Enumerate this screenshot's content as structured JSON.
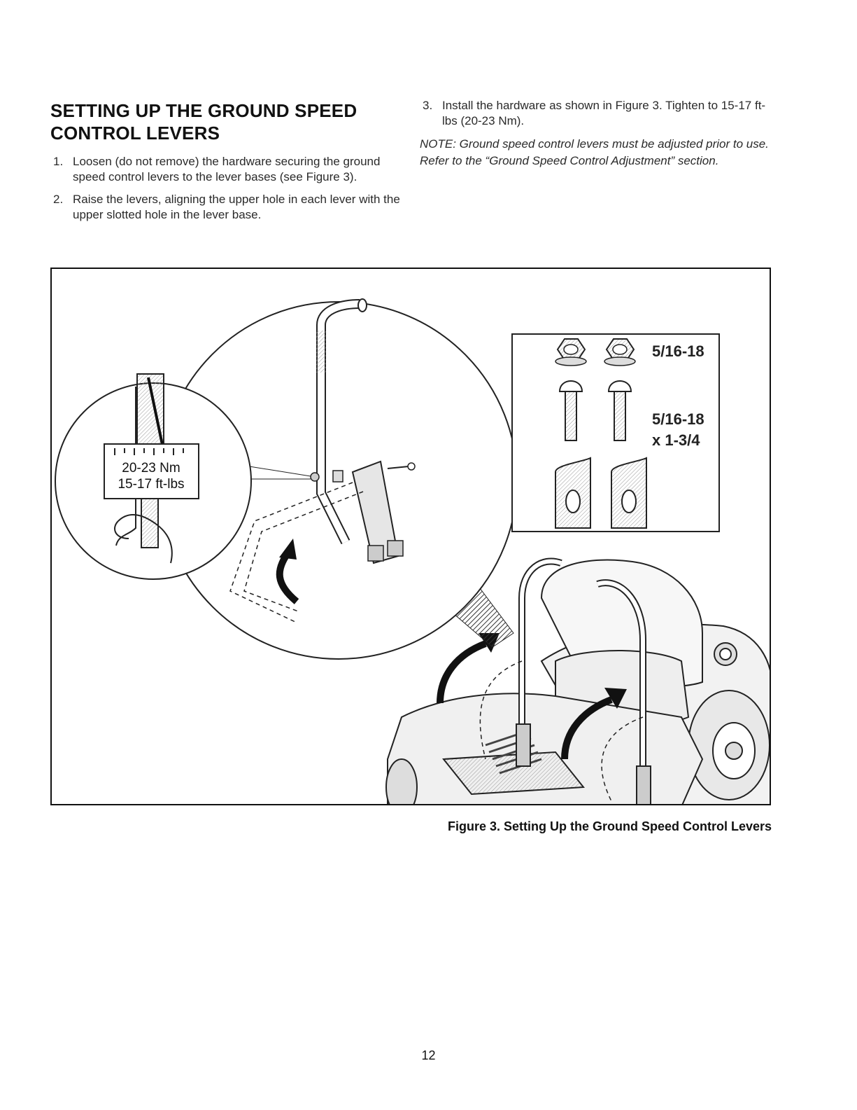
{
  "section": {
    "title": "SETTING UP THE GROUND SPEED CONTROL LEVERS",
    "steps": [
      {
        "number": "1.",
        "text": "Loosen (do not remove) the hardware securing the ground speed control levers to the lever bases (see Figure 3)."
      },
      {
        "number": "2.",
        "text": "Raise the levers, aligning the upper hole in each lever with the upper slotted hole in the lever base."
      },
      {
        "number": "3.",
        "text": "Install the hardware as shown in Figure 3. Tighten to 15-17 ft-lbs (20-23 Nm)."
      }
    ],
    "note": "NOTE: Ground speed control levers must be adjusted prior to use. Refer to the “Ground Speed Control Adjustment” section."
  },
  "figure": {
    "torque_nm": "20-23 Nm",
    "torque_ftlbs": "15-17 ft-lbs",
    "nut_label": "5/16-18",
    "bolt_label_line1": "5/16-18",
    "bolt_label_line2": "x 1-3/4",
    "caption": "Figure 3.  Setting Up the Ground Speed Control Levers"
  },
  "page_number": "12"
}
